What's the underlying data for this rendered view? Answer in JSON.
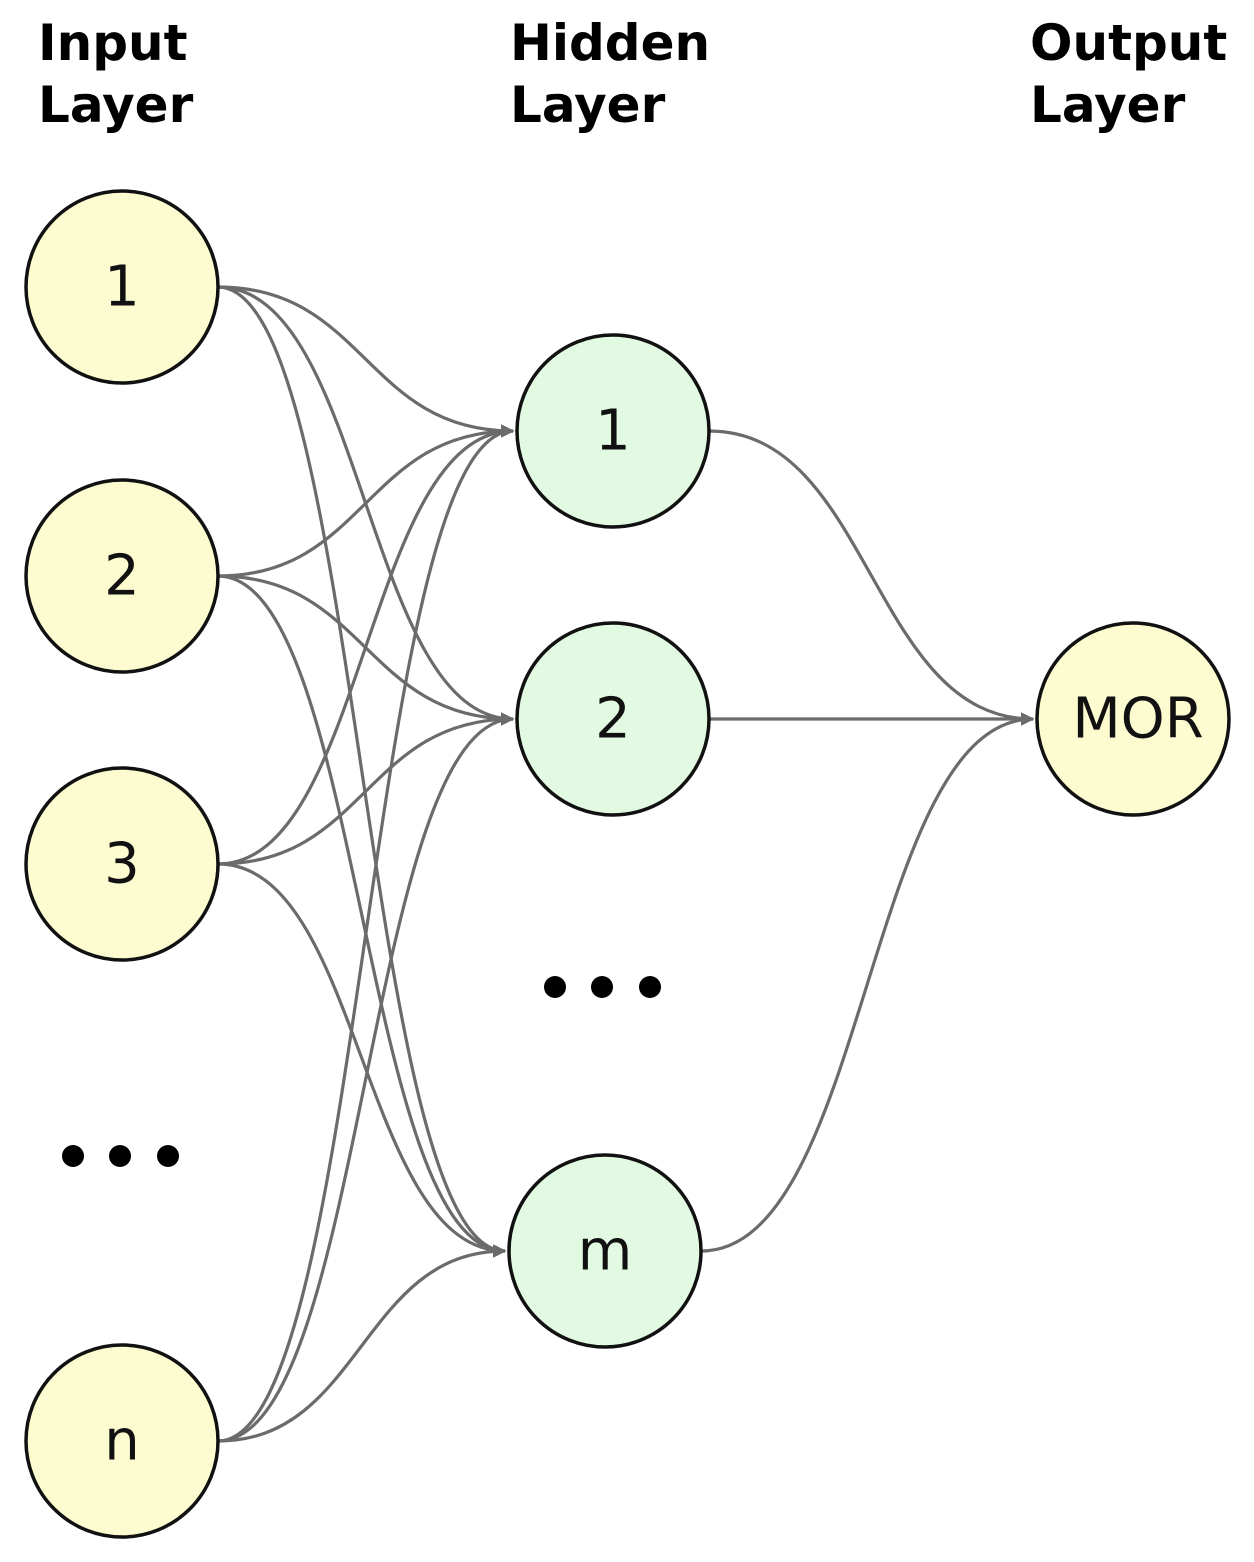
{
  "layers": [
    {
      "id": "input",
      "title_line1": "Input",
      "title_line2": "Layer"
    },
    {
      "id": "hidden",
      "title_line1": "Hidden",
      "title_line2": "Layer"
    },
    {
      "id": "output",
      "title_line1": "Output",
      "title_line2": "Layer"
    }
  ],
  "nodes": {
    "input": [
      "1",
      "2",
      "3",
      "n"
    ],
    "hidden": [
      "1",
      "2",
      "m"
    ],
    "output": [
      "MOR"
    ]
  },
  "colors": {
    "input_fill": "#fdfbd0",
    "hidden_fill": "#e2f9e2",
    "output_fill": "#fdfbd0",
    "edge": "#6b6b6b",
    "outline": "#111111"
  }
}
